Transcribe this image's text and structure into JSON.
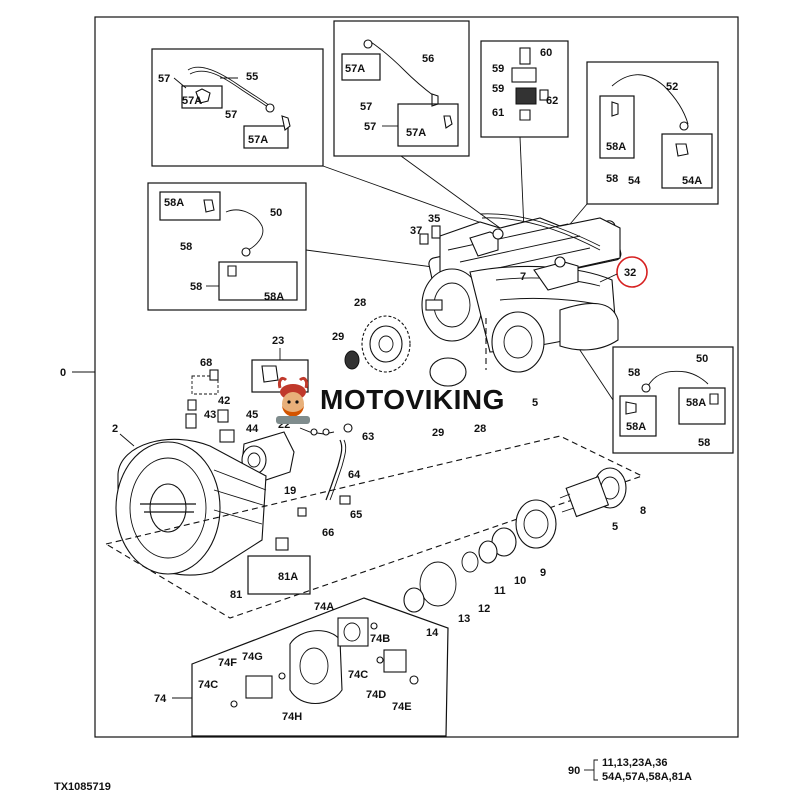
{
  "watermark": {
    "brand": "MOTOVIKING"
  },
  "document": {
    "code": "TX1085719"
  },
  "callouts": {
    "c0": "0",
    "c2": "2",
    "c5": "5",
    "c7": "7",
    "c8": "8",
    "c9": "9",
    "c10": "10",
    "c11": "11",
    "c12": "12",
    "c13": "13",
    "c14": "14",
    "c19": "19",
    "c22": "22",
    "c23": "23",
    "c28a": "28",
    "c28b": "28",
    "c29a": "29",
    "c29b": "29",
    "c32": "32",
    "c35": "35",
    "c37": "37",
    "c42": "42",
    "c43": "43",
    "c44": "44",
    "c45": "45",
    "c50a": "50",
    "c50b": "50",
    "c52": "52",
    "c54": "54",
    "c54a": "54A",
    "c55": "55",
    "c56": "56",
    "c57a": "57",
    "c57b": "57",
    "c57c": "57",
    "c57A1": "57A",
    "c57A2": "57A",
    "c57A3": "57A",
    "c57A4": "57A",
    "c58a": "58",
    "c58b": "58",
    "c58c": "58",
    "c58d": "58",
    "c58e": "58",
    "c58A1": "58A",
    "c58A2": "58A",
    "c58A3": "58A",
    "c58A4": "58A",
    "c58A5": "58A",
    "c59a": "59",
    "c59b": "59",
    "c60": "60",
    "c61": "61",
    "c62": "62",
    "c63": "63",
    "c64": "64",
    "c65": "65",
    "c66": "66",
    "c68": "68",
    "c74": "74",
    "c74A": "74A",
    "c74B": "74B",
    "c74C1": "74C",
    "c74C2": "74C",
    "c74D": "74D",
    "c74E": "74E",
    "c74F": "74F",
    "c74G": "74G",
    "c74H": "74H",
    "c81": "81",
    "c81A": "81A",
    "c5b": "5"
  },
  "kit_note": {
    "number": "90",
    "line1": "11,13,23A,36",
    "line2": "54A,57A,58A,81A"
  },
  "highlight_color": "#d62020"
}
